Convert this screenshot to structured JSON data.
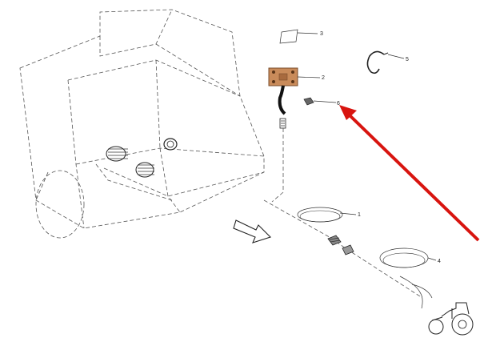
{
  "callouts": [
    {
      "id": "1",
      "label": "1"
    },
    {
      "id": "2",
      "label": "2"
    },
    {
      "id": "3",
      "label": "3"
    },
    {
      "id": "4",
      "label": "4"
    },
    {
      "id": "5",
      "label": "5"
    },
    {
      "id": "6",
      "label": "6"
    }
  ],
  "colors": {
    "highlight_arrow": "#d8140f",
    "control_box": "#c98b5a",
    "line_art": "#444444"
  },
  "icons": [
    "baler-outline",
    "control-box",
    "wiring-harness",
    "bracket-plate",
    "cable-loop",
    "connector",
    "tractor",
    "direction-arrow"
  ]
}
